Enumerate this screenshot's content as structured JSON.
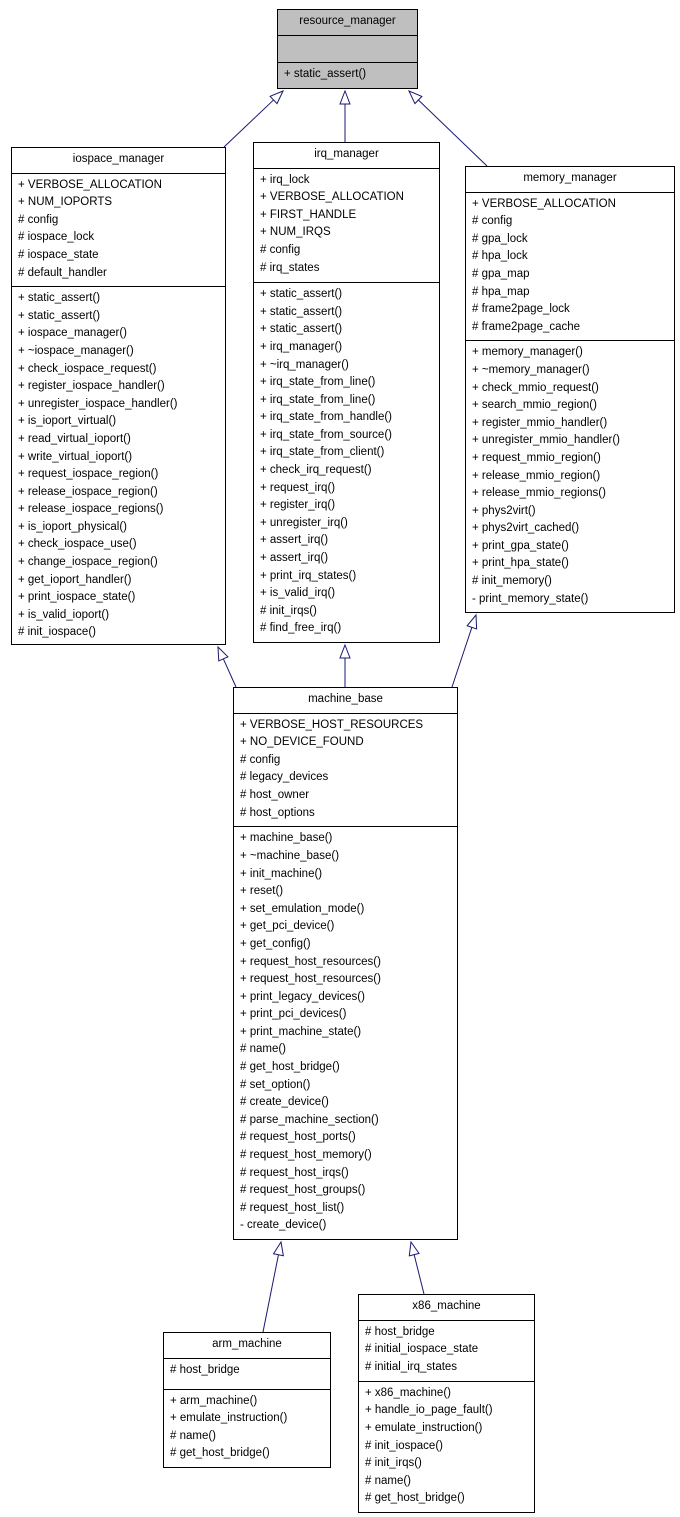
{
  "diagram": {
    "title": "class inheritance diagram",
    "colors": {
      "edge": "#191970",
      "node_border": "#000000",
      "highlight_node_fill": "#bfbfbf",
      "node_fill": "#ffffff",
      "text": "#000000"
    },
    "classes": [
      {
        "id": "resource_manager",
        "title": "resource_manager",
        "attributes": [],
        "methods": [
          "+ static_assert()"
        ]
      },
      {
        "id": "iospace_manager",
        "title": "iospace_manager",
        "attributes": [
          "+ VERBOSE_ALLOCATION",
          "+ NUM_IOPORTS",
          "# config",
          "# iospace_lock",
          "# iospace_state",
          "# default_handler"
        ],
        "methods": [
          "+ static_assert()",
          "+ static_assert()",
          "+ iospace_manager()",
          "+ ~iospace_manager()",
          "+ check_iospace_request()",
          "+ register_iospace_handler()",
          "+ unregister_iospace_handler()",
          "+ is_ioport_virtual()",
          "+ read_virtual_ioport()",
          "+ write_virtual_ioport()",
          "+ request_iospace_region()",
          "+ release_iospace_region()",
          "+ release_iospace_regions()",
          "+ is_ioport_physical()",
          "+ check_iospace_use()",
          "+ change_iospace_region()",
          "+ get_ioport_handler()",
          "+ print_iospace_state()",
          "+ is_valid_ioport()",
          "# init_iospace()"
        ]
      },
      {
        "id": "irq_manager",
        "title": "irq_manager",
        "attributes": [
          "+ irq_lock",
          "+ VERBOSE_ALLOCATION",
          "+ FIRST_HANDLE",
          "+ NUM_IRQS",
          "# config",
          "# irq_states"
        ],
        "methods": [
          "+ static_assert()",
          "+ static_assert()",
          "+ static_assert()",
          "+ irq_manager()",
          "+ ~irq_manager()",
          "+ irq_state_from_line()",
          "+ irq_state_from_line()",
          "+ irq_state_from_handle()",
          "+ irq_state_from_source()",
          "+ irq_state_from_client()",
          "+ check_irq_request()",
          "+ request_irq()",
          "+ register_irq()",
          "+ unregister_irq()",
          "+ assert_irq()",
          "+ assert_irq()",
          "+ print_irq_states()",
          "+ is_valid_irq()",
          "# init_irqs()",
          "# find_free_irq()"
        ]
      },
      {
        "id": "memory_manager",
        "title": "memory_manager",
        "attributes": [
          "+ VERBOSE_ALLOCATION",
          "# config",
          "# gpa_lock",
          "# hpa_lock",
          "# gpa_map",
          "# hpa_map",
          "# frame2page_lock",
          "# frame2page_cache"
        ],
        "methods": [
          "+ memory_manager()",
          "+ ~memory_manager()",
          "+ check_mmio_request()",
          "+ search_mmio_region()",
          "+ register_mmio_handler()",
          "+ unregister_mmio_handler()",
          "+ request_mmio_region()",
          "+ release_mmio_region()",
          "+ release_mmio_regions()",
          "+ phys2virt()",
          "+ phys2virt_cached()",
          "+ print_gpa_state()",
          "+ print_hpa_state()",
          "# init_memory()",
          "- print_memory_state()"
        ]
      },
      {
        "id": "machine_base",
        "title": "machine_base",
        "attributes": [
          "+ VERBOSE_HOST_RESOURCES",
          "+ NO_DEVICE_FOUND",
          "# config",
          "# legacy_devices",
          "# host_owner",
          "# host_options"
        ],
        "methods": [
          "+ machine_base()",
          "+ ~machine_base()",
          "+ init_machine()",
          "+ reset()",
          "+ set_emulation_mode()",
          "+ get_pci_device()",
          "+ get_config()",
          "+ request_host_resources()",
          "+ request_host_resources()",
          "+ print_legacy_devices()",
          "+ print_pci_devices()",
          "+ print_machine_state()",
          "# name()",
          "# get_host_bridge()",
          "# set_option()",
          "# create_device()",
          "# parse_machine_section()",
          "# request_host_ports()",
          "# request_host_memory()",
          "# request_host_irqs()",
          "# request_host_groups()",
          "# request_host_list()",
          "- create_device()"
        ]
      },
      {
        "id": "arm_machine",
        "title": "arm_machine",
        "attributes": [
          "# host_bridge"
        ],
        "methods": [
          "+ arm_machine()",
          "+ emulate_instruction()",
          "# name()",
          "# get_host_bridge()"
        ]
      },
      {
        "id": "x86_machine",
        "title": "x86_machine",
        "attributes": [
          "# host_bridge",
          "# initial_iospace_state",
          "# initial_irq_states"
        ],
        "methods": [
          "+ x86_machine()",
          "+ handle_io_page_fault()",
          "+ emulate_instruction()",
          "# init_iospace()",
          "# init_irqs()",
          "# name()",
          "# get_host_bridge()"
        ]
      }
    ],
    "edges": [
      {
        "from": "iospace_manager",
        "to": "resource_manager",
        "type": "inheritance"
      },
      {
        "from": "irq_manager",
        "to": "resource_manager",
        "type": "inheritance"
      },
      {
        "from": "memory_manager",
        "to": "resource_manager",
        "type": "inheritance"
      },
      {
        "from": "machine_base",
        "to": "iospace_manager",
        "type": "inheritance"
      },
      {
        "from": "machine_base",
        "to": "irq_manager",
        "type": "inheritance"
      },
      {
        "from": "machine_base",
        "to": "memory_manager",
        "type": "inheritance"
      },
      {
        "from": "arm_machine",
        "to": "machine_base",
        "type": "inheritance"
      },
      {
        "from": "x86_machine",
        "to": "machine_base",
        "type": "inheritance"
      }
    ]
  }
}
